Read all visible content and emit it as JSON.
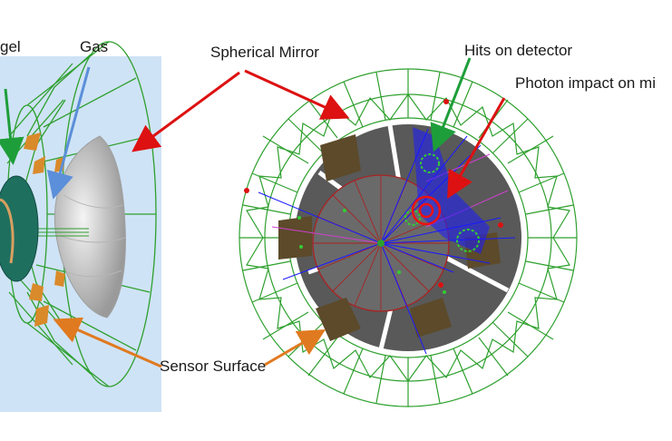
{
  "labels": {
    "aerogel": "gel",
    "gas": "Gas",
    "spherical_mirror": "Spherical Mirror",
    "hits_on_detector": "Hits on detector",
    "photon_impact": "Photon impact on mi",
    "sensor_surface": "Sensor Surface"
  },
  "colors": {
    "panel_background": "#cfe3f6",
    "wireframe": "#2ea02e",
    "aerogel": "#1f6f5f",
    "mirror": "#d9d9d9",
    "sensor": "#d98a2a",
    "disk": "#595959",
    "sensor_pads": "#5c4a2a",
    "red_tracks": "#cc0000",
    "blue_tracks": "#1a1aff",
    "arrow_green": "#1e9e3a",
    "arrow_blue": "#5b8fd9",
    "arrow_red": "#dd1111",
    "arrow_orange": "#e07a20"
  }
}
